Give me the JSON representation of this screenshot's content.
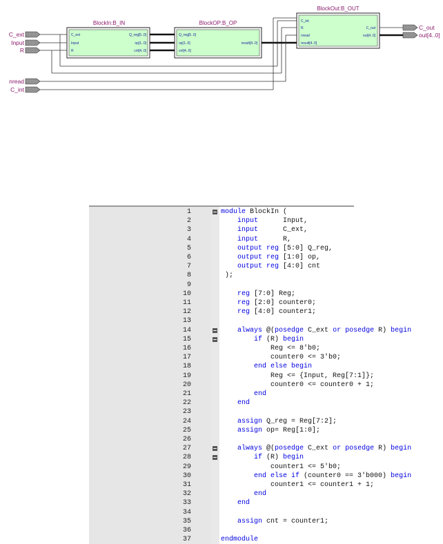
{
  "schematic": {
    "blocks": [
      {
        "title": "BlockIn:B_IN",
        "inputs": [
          "C_ext",
          "Input",
          "R"
        ],
        "outputs": [
          "Q_reg[5..0]",
          "op[1..0]",
          "cnt[4..0]"
        ]
      },
      {
        "title": "BlockOP:B_OP",
        "inputs": [
          "Q_reg[5..0]",
          "op[1..0]",
          "cnt[4..0]"
        ],
        "outputs": [
          "result[4..0]"
        ]
      },
      {
        "title": "BlockOut:B_OUT",
        "inputs": [
          "C_int",
          "R",
          "nread",
          "result[4..0]"
        ],
        "outputs": [
          "C_out",
          "out[4..0]"
        ]
      }
    ],
    "input_ports": [
      "C_ext",
      "Input",
      "R",
      "nread",
      "C_int"
    ],
    "output_ports": [
      "C_out",
      "out[4..0]"
    ]
  },
  "colors": {
    "block_fill": "#ccffcc",
    "title_text": "#8b1a6b",
    "keyword": "#0000e0",
    "gutter": "#e6e6e6"
  },
  "code": {
    "lines": [
      {
        "n": "1",
        "fold": true,
        "t": [
          [
            "kw",
            "module"
          ],
          [
            "pl",
            " BlockIn ("
          ]
        ]
      },
      {
        "n": "2",
        "fold": false,
        "t": [
          [
            "kw",
            "    input"
          ],
          [
            "pl",
            "      Input,"
          ]
        ]
      },
      {
        "n": "3",
        "fold": false,
        "t": [
          [
            "kw",
            "    input"
          ],
          [
            "pl",
            "      C_ext,"
          ]
        ]
      },
      {
        "n": "4",
        "fold": false,
        "t": [
          [
            "kw",
            "    input"
          ],
          [
            "pl",
            "      R,"
          ]
        ]
      },
      {
        "n": "5",
        "fold": false,
        "t": [
          [
            "kw",
            "    output reg"
          ],
          [
            "pl",
            " [5:0] Q_reg,"
          ]
        ]
      },
      {
        "n": "6",
        "fold": false,
        "t": [
          [
            "kw",
            "    output reg"
          ],
          [
            "pl",
            " [1:0] op,"
          ]
        ]
      },
      {
        "n": "7",
        "fold": false,
        "t": [
          [
            "kw",
            "    output reg"
          ],
          [
            "pl",
            " [4:0] cnt"
          ]
        ]
      },
      {
        "n": "8",
        "fold": false,
        "t": [
          [
            "pl",
            " );"
          ]
        ]
      },
      {
        "n": "9",
        "fold": false,
        "t": [
          [
            "pl",
            ""
          ]
        ]
      },
      {
        "n": "10",
        "fold": false,
        "t": [
          [
            "kw",
            "    reg"
          ],
          [
            "pl",
            " [7:0] Reg;"
          ]
        ]
      },
      {
        "n": "11",
        "fold": false,
        "t": [
          [
            "kw",
            "    reg"
          ],
          [
            "pl",
            " [2:0] counter0;"
          ]
        ]
      },
      {
        "n": "12",
        "fold": false,
        "t": [
          [
            "kw",
            "    reg"
          ],
          [
            "pl",
            " [4:0] counter1;"
          ]
        ]
      },
      {
        "n": "13",
        "fold": false,
        "t": [
          [
            "pl",
            ""
          ]
        ]
      },
      {
        "n": "14",
        "fold": true,
        "t": [
          [
            "kw",
            "    always"
          ],
          [
            "pl",
            " @("
          ],
          [
            "kw",
            "posedge"
          ],
          [
            "pl",
            " C_ext "
          ],
          [
            "kw",
            "or posedge"
          ],
          [
            "pl",
            " R) "
          ],
          [
            "kw",
            "begin"
          ]
        ]
      },
      {
        "n": "15",
        "fold": true,
        "t": [
          [
            "kw",
            "        if"
          ],
          [
            "pl",
            " (R) "
          ],
          [
            "kw",
            "begin"
          ]
        ]
      },
      {
        "n": "16",
        "fold": false,
        "t": [
          [
            "pl",
            "            Reg <= 8'b0;"
          ]
        ]
      },
      {
        "n": "17",
        "fold": false,
        "t": [
          [
            "pl",
            "            counter0 <= 3'b0;"
          ]
        ]
      },
      {
        "n": "18",
        "fold": false,
        "t": [
          [
            "kw",
            "        end else begin"
          ]
        ]
      },
      {
        "n": "19",
        "fold": false,
        "t": [
          [
            "pl",
            "            Reg <= {Input, Reg[7:1]};"
          ]
        ]
      },
      {
        "n": "20",
        "fold": false,
        "t": [
          [
            "pl",
            "            counter0 <= counter0 + 1;"
          ]
        ]
      },
      {
        "n": "21",
        "fold": false,
        "t": [
          [
            "kw",
            "        end"
          ]
        ]
      },
      {
        "n": "22",
        "fold": false,
        "t": [
          [
            "kw",
            "    end"
          ]
        ]
      },
      {
        "n": "23",
        "fold": false,
        "t": [
          [
            "pl",
            ""
          ]
        ]
      },
      {
        "n": "24",
        "fold": false,
        "t": [
          [
            "kw",
            "    assign"
          ],
          [
            "pl",
            " Q_reg = Reg[7:2];"
          ]
        ]
      },
      {
        "n": "25",
        "fold": false,
        "t": [
          [
            "kw",
            "    assign"
          ],
          [
            "pl",
            " op= Reg[1:0];"
          ]
        ]
      },
      {
        "n": "26",
        "fold": false,
        "t": [
          [
            "pl",
            ""
          ]
        ]
      },
      {
        "n": "27",
        "fold": true,
        "t": [
          [
            "kw",
            "    always"
          ],
          [
            "pl",
            " @("
          ],
          [
            "kw",
            "posedge"
          ],
          [
            "pl",
            " C_ext "
          ],
          [
            "kw",
            "or posedge"
          ],
          [
            "pl",
            " R) "
          ],
          [
            "kw",
            "begin"
          ]
        ]
      },
      {
        "n": "28",
        "fold": true,
        "t": [
          [
            "kw",
            "        if"
          ],
          [
            "pl",
            " (R) "
          ],
          [
            "kw",
            "begin"
          ]
        ]
      },
      {
        "n": "29",
        "fold": false,
        "t": [
          [
            "pl",
            "            counter1 <= 5'b0;"
          ]
        ]
      },
      {
        "n": "30",
        "fold": false,
        "t": [
          [
            "kw",
            "        end else if"
          ],
          [
            "pl",
            " (counter0 == 3'b000) "
          ],
          [
            "kw",
            "begin"
          ]
        ]
      },
      {
        "n": "31",
        "fold": false,
        "t": [
          [
            "pl",
            "            counter1 <= counter1 + 1;"
          ]
        ]
      },
      {
        "n": "32",
        "fold": false,
        "t": [
          [
            "kw",
            "        end"
          ]
        ]
      },
      {
        "n": "33",
        "fold": false,
        "t": [
          [
            "kw",
            "    end"
          ]
        ]
      },
      {
        "n": "34",
        "fold": false,
        "t": [
          [
            "pl",
            ""
          ]
        ]
      },
      {
        "n": "35",
        "fold": false,
        "t": [
          [
            "kw",
            "    assign"
          ],
          [
            "pl",
            " cnt = counter1;"
          ]
        ]
      },
      {
        "n": "36",
        "fold": false,
        "t": [
          [
            "pl",
            ""
          ]
        ]
      },
      {
        "n": "37",
        "fold": false,
        "t": [
          [
            "kw",
            "endmodule"
          ]
        ]
      }
    ]
  }
}
